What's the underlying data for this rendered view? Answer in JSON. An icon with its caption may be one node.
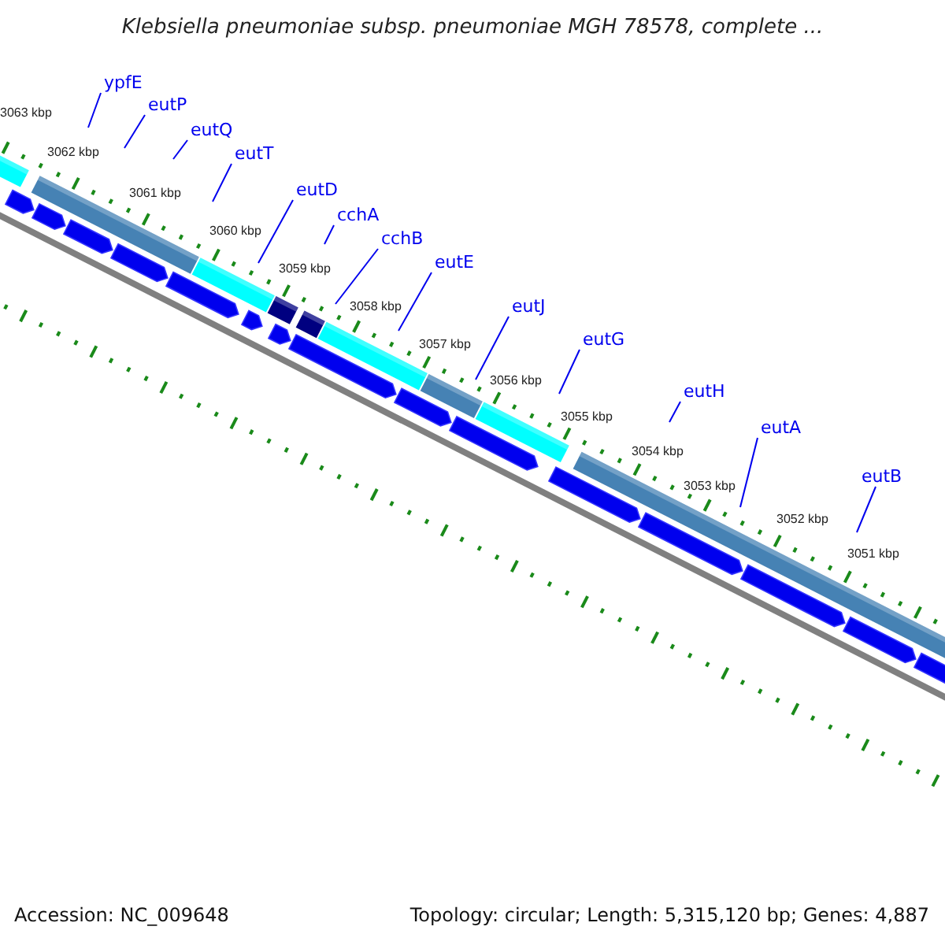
{
  "diagram": {
    "title": "Klebsiella pneumoniae subsp. pneumoniae MGH 78578, complete ...",
    "nodes": [
      {
        "text": [
          "ypfE"
        ]
      },
      {
        "text": [
          "eutP"
        ]
      },
      {
        "text": [
          "eutQ"
        ]
      },
      {
        "text": [
          "eutT"
        ]
      },
      {
        "text": [
          "eutD"
        ]
      },
      {
        "text": [
          "cchA"
        ]
      },
      {
        "text": [
          "cchB"
        ]
      },
      {
        "text": [
          "eutE"
        ]
      },
      {
        "text": [
          "eutJ"
        ]
      },
      {
        "text": [
          "eutG"
        ]
      },
      {
        "text": [
          "eutH"
        ]
      },
      {
        "text": [
          "eutA"
        ]
      },
      {
        "text": [
          "eutB"
        ]
      }
    ],
    "edges": [
      {
        "from": 0,
        "to": null,
        "arrow": "none"
      },
      {
        "from": 1,
        "to": null,
        "arrow": "none"
      },
      {
        "from": 2,
        "to": null,
        "arrow": "none"
      },
      {
        "from": 3,
        "to": null,
        "arrow": "none"
      },
      {
        "from": 4,
        "to": null,
        "arrow": "none"
      },
      {
        "from": 5,
        "to": null,
        "arrow": "none"
      },
      {
        "from": 6,
        "to": null,
        "arrow": "none"
      },
      {
        "from": 7,
        "to": null,
        "arrow": "none"
      },
      {
        "from": 8,
        "to": null,
        "arrow": "none"
      },
      {
        "from": 9,
        "to": null,
        "arrow": "none"
      },
      {
        "from": 10,
        "to": null,
        "arrow": "none"
      },
      {
        "from": 11,
        "to": null,
        "arrow": "none"
      },
      {
        "from": 12,
        "to": null,
        "arrow": "none"
      }
    ],
    "labels": [
      "3063 kbp",
      "3062 kbp",
      "3061 kbp",
      "3060 kbp",
      "3059 kbp",
      "3058 kbp",
      "3057 kbp",
      "3056 kbp",
      "3055 kbp",
      "3054 kbp",
      "3053 kbp",
      "3052 kbp",
      "3051 kbp",
      "Accession: NC_009648",
      "Topology: circular; Length: 5,315,120 bp; Genes: 4,887"
    ]
  }
}
